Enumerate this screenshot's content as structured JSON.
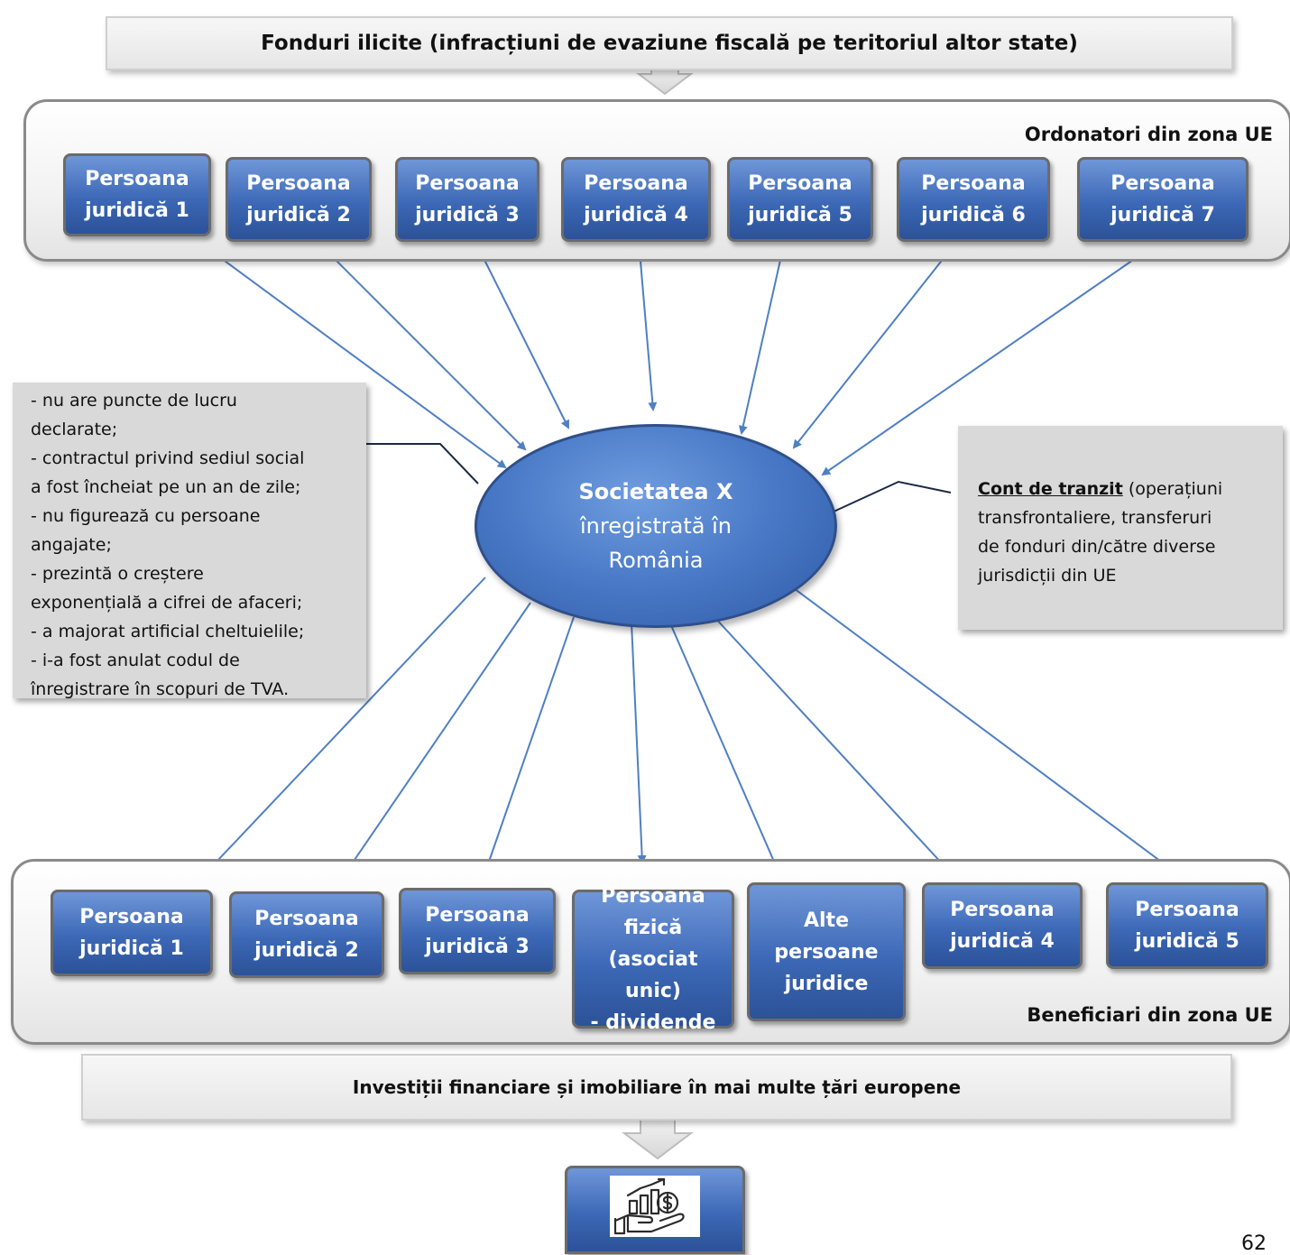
{
  "top_banner": "Fonduri ilicite (infracțiuni de evaziune fiscală pe teritoriul altor state)",
  "top_zone": {
    "label": "Ordonatori din zona UE",
    "boxes": [
      [
        "Persoana",
        "juridică 1"
      ],
      [
        "Persoana",
        "juridică 2"
      ],
      [
        "Persoana",
        "juridică 3"
      ],
      [
        "Persoana",
        "juridică 4"
      ],
      [
        "Persoana",
        "juridică 5"
      ],
      [
        "Persoana",
        "juridică 6"
      ],
      [
        "Persoana",
        "juridică 7"
      ]
    ]
  },
  "center": {
    "title": "Societatea X",
    "line2": "înregistrată în",
    "line3": "România"
  },
  "left_note": [
    "- nu are puncte de lucru",
    "declarate;",
    "- contractul privind sediul social",
    "a fost încheiat pe un an de zile;",
    "- nu figurează cu persoane",
    "angajate;",
    "- prezintă o creștere",
    "exponențială a cifrei de afaceri;",
    "- a majorat artificial cheltuielile;",
    "- i-a fost anulat codul de",
    "înregistrare în scopuri de TVA."
  ],
  "right_note": {
    "underlined": "Cont de tranzit",
    "lines": [
      " (operațiuni",
      "transfrontaliere, transferuri",
      "de fonduri din/către diverse",
      "jurisdicții din UE"
    ]
  },
  "bottom_zone": {
    "label": "Beneficiari din zona UE",
    "boxes": [
      [
        "Persoana",
        "juridică 1"
      ],
      [
        "Persoana",
        "juridică 2"
      ],
      [
        "Persoana",
        "juridică 3"
      ],
      [
        "Persoana",
        "fizică (asociat",
        "unic)",
        "- dividende"
      ],
      [
        "Alte",
        "persoane",
        "juridice"
      ],
      [
        "Persoana",
        "juridică 4"
      ],
      [
        "Persoana",
        "juridică 5"
      ]
    ]
  },
  "bottom_banner": "Investiții financiare și imobiliare în mai multe țări europene",
  "investment_icon": "hand-money-growth-icon",
  "page_number": "62",
  "colors": {
    "box_blue": "#3c68b6",
    "arrow_blue": "#4f7fc4",
    "note_grey": "#d9d9d9",
    "zone_border": "#8a8a8a"
  }
}
